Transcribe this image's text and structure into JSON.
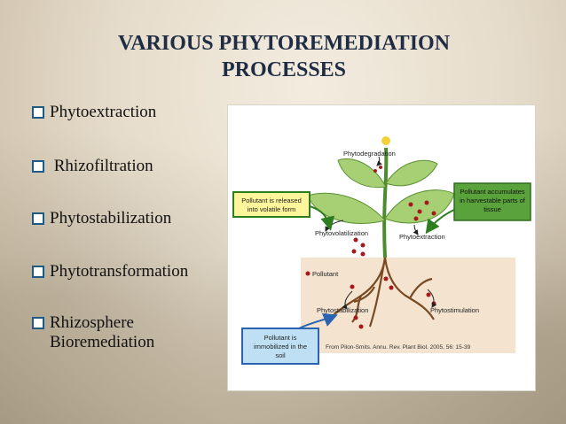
{
  "slide": {
    "title_line1": "VARIOUS PHYTOREMEDIATION",
    "title_line2": "PROCESSES",
    "bullets": [
      {
        "line1": "Phytoextraction",
        "line2": ""
      },
      {
        "line1": " Rhizofiltration",
        "line2": ""
      },
      {
        "line1": "Phytostabilization",
        "line2": ""
      },
      {
        "line1": "Phytotransformation",
        "line2": ""
      },
      {
        "line1": "Rhizosphere",
        "line2": "Bioremediation"
      }
    ]
  },
  "figure": {
    "phytodegradation": "Phytodegradation",
    "released_box_line1": "Pollutant is released",
    "released_box_line2": "into volatile form",
    "accumulates_box_line1": "Pollutant accumulates",
    "accumulates_box_line2": "in harvestable parts of",
    "accumulates_box_line3": "tissue",
    "phytovolatilization": "Phytovolatilization",
    "phytoextraction": "Phytoextraction",
    "pollutant_legend": "Pollutant",
    "phytostabilization": "Phytostabilization",
    "phytostimulation": "Phytostimulation",
    "immobilized_box_line1": "Pollutant is",
    "immobilized_box_line2": "immobilized in the",
    "immobilized_box_line3": "soil",
    "citation": "From Pilon-Smits. Annu. Rev. Plant Biol. 2005, 56: 15-39",
    "colors": {
      "yellow_box": "#fff59a",
      "green_box": "#5aa33c",
      "blue_box": "#bfe0f4",
      "soil": "#f3e3cf",
      "leaf": "#a7cf74",
      "pollutant": "#a8171c"
    }
  }
}
